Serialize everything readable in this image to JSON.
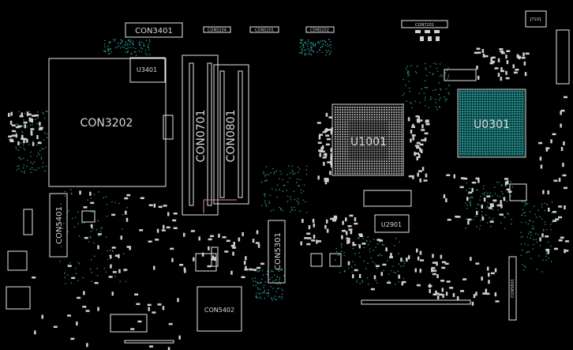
{
  "colors": {
    "background": "#000000",
    "silkscreen": "#e6e6e6",
    "pads": "#d0d0d0",
    "highlight": "#1fa3a3",
    "vias": "#2a8f86",
    "pink_trace": "#c46a8a"
  },
  "components": {
    "con3401": "CON3401",
    "u3401": "U3401",
    "con3202": "CON3202",
    "con0701": "CON0701",
    "con0801": "CON0801",
    "u1001": "U1001",
    "u0301": "U0301",
    "j7101": "J7101",
    "con5401": "CON5401",
    "con5301": "CON5301",
    "con5402": "CON5402",
    "u2901": "U2901",
    "con5204": "CON5204",
    "con5201": "CON5201",
    "con5202": "CON5202",
    "con7201": "CON7201",
    "con5801": "CON5801"
  }
}
